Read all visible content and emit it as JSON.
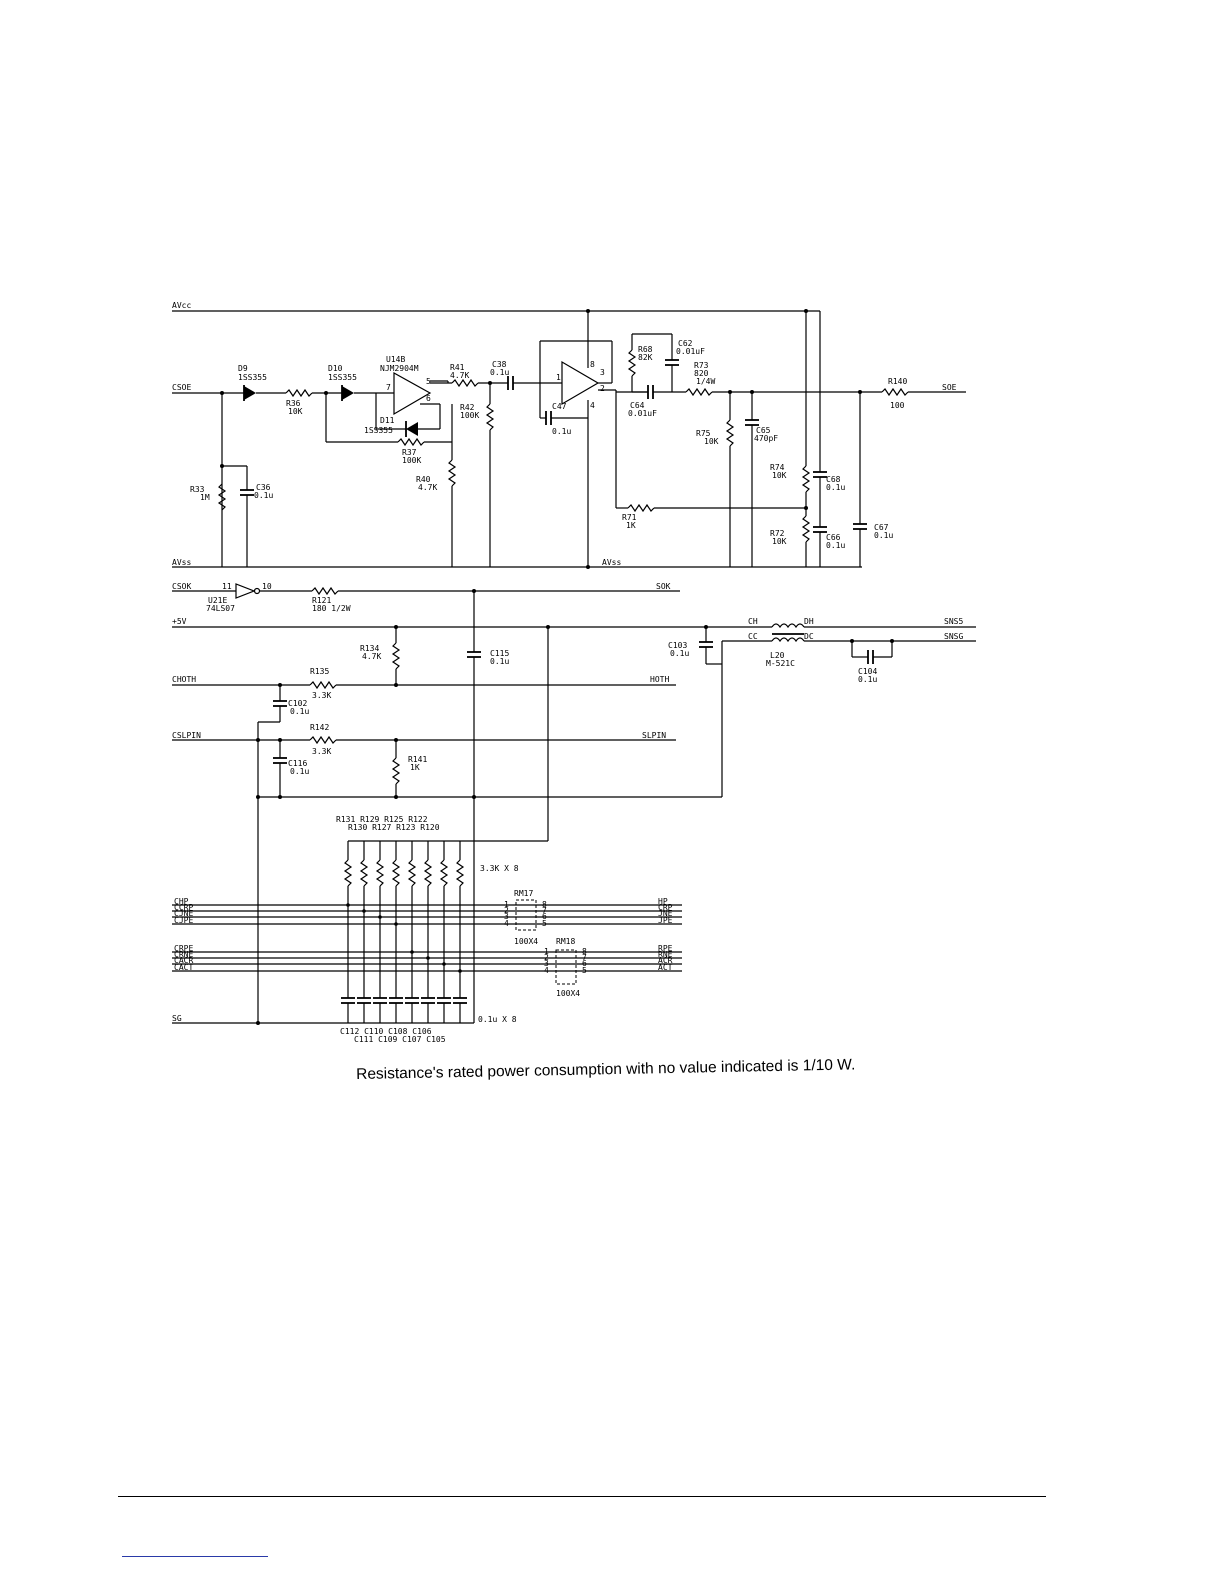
{
  "schematic": {
    "nets": {
      "avcc": "AVcc",
      "avss_left": "AVss",
      "avss_mid": "AVss",
      "c_soe": "CSOE",
      "soe": "SOE",
      "c_sok": "CSOK",
      "sok": "SOK",
      "p5v": "+5V",
      "choth": "CHOTH",
      "hoth": "HOTH",
      "cslpin": "CSLPIN",
      "slpin": "SLPIN",
      "sg": "SG",
      "sns5": "SNS5",
      "snsg": "SNSG",
      "ch": "CH",
      "dh": "DH",
      "cc": "CC",
      "dc": "DC",
      "bus_left": [
        "CHP",
        "CCRP",
        "CJNE",
        "CJPE",
        "CRPE",
        "CRNE",
        "CACR",
        "CACT"
      ],
      "bus_right": [
        "HP",
        "CRP",
        "JNE",
        "JPE",
        "RPE",
        "RNE",
        "ACR",
        "ACT"
      ]
    },
    "parts": {
      "d9": "D9",
      "d9_val": "1SS355",
      "d10": "D10",
      "d10_val": "1SS355",
      "d11": "D11",
      "d11_val": "1SS355",
      "u14b": "U14B",
      "u14b_val": "NJM2904M",
      "r41": "R41",
      "r41_val": "4.7K",
      "c38": "C38",
      "c38_val": "0.1u",
      "r36": "R36",
      "r36_val": "10K",
      "r42": "R42",
      "r42_val": "100K",
      "r37": "R37",
      "r37_val": "100K",
      "r40": "R40",
      "r40_val": "4.7K",
      "r33": "R33",
      "r33_val": "1M",
      "c36": "C36",
      "c36_val": "0.1u",
      "c47": "C47",
      "c47_val": "0.1u",
      "r68": "R68",
      "r68_val": "82K",
      "c62": "C62",
      "c62_val": "0.01uF",
      "r73": "R73",
      "r73_val": "820",
      "r73_pow": "1/4W",
      "c64": "C64",
      "c64_val": "0.01uF",
      "r75": "R75",
      "r75_val": "10K",
      "c65": "C65",
      "c65_val": "470pF",
      "r140": "R140",
      "r140_val": "100",
      "r74": "R74",
      "r74_val": "10K",
      "c68": "C68",
      "c68_val": "0.1u",
      "r71": "R71",
      "r71_val": "1K",
      "r72": "R72",
      "r72_val": "10K",
      "c66": "C66",
      "c66_val": "0.1u",
      "c67": "C67",
      "c67_val": "0.1u",
      "u21e": "U21E",
      "u21e_val": "74LS07",
      "u21e_in": "11",
      "u21e_out": "10",
      "r121": "R121",
      "r121_val": "180 1/2W",
      "r134": "R134",
      "r134_val": "4.7K",
      "c115": "C115",
      "c115_val": "0.1u",
      "c103": "C103",
      "c103_val": "0.1u",
      "l20": "L20",
      "l20_val": "M-521C",
      "c104": "C104",
      "c104_val": "0.1u",
      "r135": "R135",
      "r135_val": "3.3K",
      "c102": "C102",
      "c102_val": "0.1u",
      "r142": "R142",
      "r142_val": "3.3K",
      "c116": "C116",
      "c116_val": "0.1u",
      "r141": "R141",
      "r141_val": "1K",
      "rpack_top": "R131  R129  R125  R122",
      "rpack_bot": "R130  R127  R123  R120",
      "rpack_val": "3.3K X 8",
      "rm17": "RM17",
      "rm17_val": "100X4",
      "rm18": "RM18",
      "rm18_val": "100X4",
      "cpack_top": "C112 C110  C108 C106",
      "cpack_bot": "C111  C109  C107  C105",
      "cpack_val": "0.1u   X 8",
      "pin_labels": [
        "1",
        "2",
        "3",
        "4",
        "8",
        "7",
        "6",
        "5"
      ],
      "u14_pins": [
        "7",
        "5",
        "6"
      ],
      "u14a_pins": [
        "8",
        "1",
        "3",
        "2",
        "4"
      ]
    }
  },
  "footnote": "Resistance's rated power consumption with no value indicated is 1/10 W."
}
